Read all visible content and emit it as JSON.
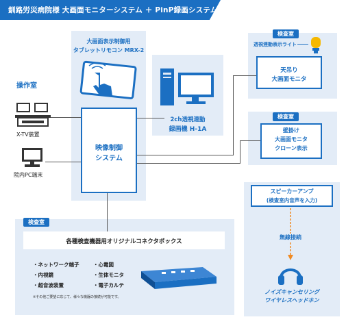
{
  "header": {
    "title": "釧路労災病院様 大画面モニターシステム ＋ PinP録画システム"
  },
  "tablet": {
    "label_line1": "大画面表示制御用",
    "label_line2": "タブレットリモコン MRX-2"
  },
  "recorder": {
    "label_line1": "2ch透視連動",
    "label_line2": "録画機 H-1A"
  },
  "operation_room": {
    "label": "操作室",
    "xtv": "X-TV装置",
    "pc": "院内PC端末"
  },
  "controller": {
    "line1": "映像制御",
    "line2": "システム"
  },
  "exam_room_top": {
    "tag": "検査室",
    "lamp_label": "透視連動表示ライト",
    "monitor_line1": "天吊り",
    "monitor_line2": "大画面モニタ"
  },
  "exam_room_mid": {
    "tag": "検査室",
    "monitor_line1": "壁掛け",
    "monitor_line2": "大画面モニタ",
    "monitor_line3": "クローン表示"
  },
  "exam_room_bottom": {
    "tag": "検査室",
    "connector_box": "各種検査機器用オリジナルコネクタボックス",
    "items_left": [
      "・ネットワーク端子",
      "・内視鏡",
      "・超音波装置"
    ],
    "items_right": [
      "・心電図",
      "・生体モニタ",
      "・電子カルテ"
    ],
    "note": "※その他ご要望に応じて、様々な機器の接続が可能です。"
  },
  "audio": {
    "amp_line1": "スピーカーアンプ",
    "amp_line2": "(検査室内音声を入力)",
    "wireless": "無線接続",
    "headphone_line1": "ノイズキャンセリング",
    "headphone_line2": "ワイヤレスヘッドホン"
  },
  "colors": {
    "primary": "#1b6fc2",
    "panel": "#e3ecf7",
    "lamp": "#f5b800",
    "wireless_line": "#f08a24"
  }
}
